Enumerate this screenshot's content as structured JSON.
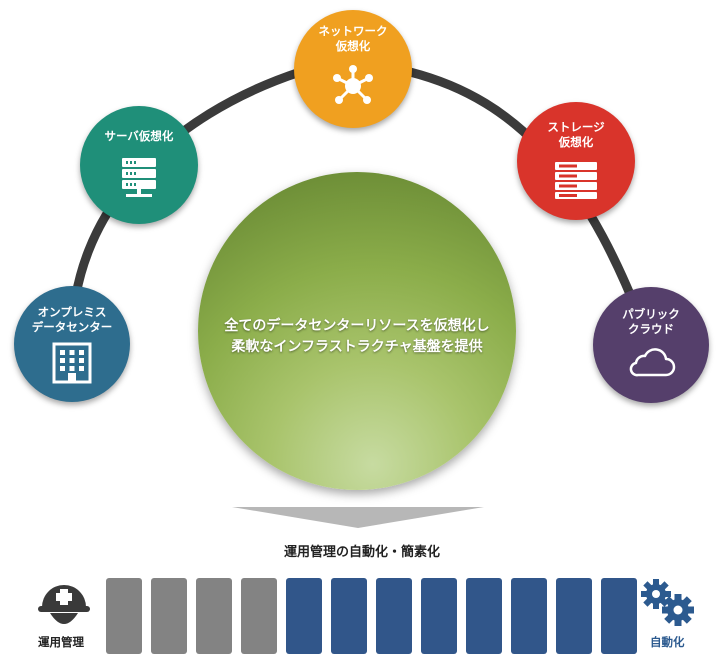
{
  "center": {
    "text": "全てのデータセンターリソースを仮想化し\n柔軟なインフラストラクチャ基盤を提供"
  },
  "nodes": {
    "onprem": {
      "label": "オンプレミス\nデータセンター",
      "color": "#2e6d8e",
      "icon": "building-icon"
    },
    "server": {
      "label": "サーバ仮想化",
      "color": "#1f8f79",
      "icon": "server-icon"
    },
    "network": {
      "label": "ネットワーク\n仮想化",
      "color": "#f0a020",
      "icon": "network-hub-icon"
    },
    "storage": {
      "label": "ストレージ\n仮想化",
      "color": "#d9342b",
      "icon": "storage-rack-icon"
    },
    "cloud": {
      "label": "パブリック\nクラウド",
      "color": "#553f6b",
      "icon": "cloud-icon"
    }
  },
  "operations": {
    "title": "運用管理の自動化・簡素化",
    "left_caption": "運用管理",
    "right_caption": "自動化",
    "manual_bars": 4,
    "automated_bars": 8,
    "manual_color": "#838383",
    "automated_color": "#31568a"
  }
}
